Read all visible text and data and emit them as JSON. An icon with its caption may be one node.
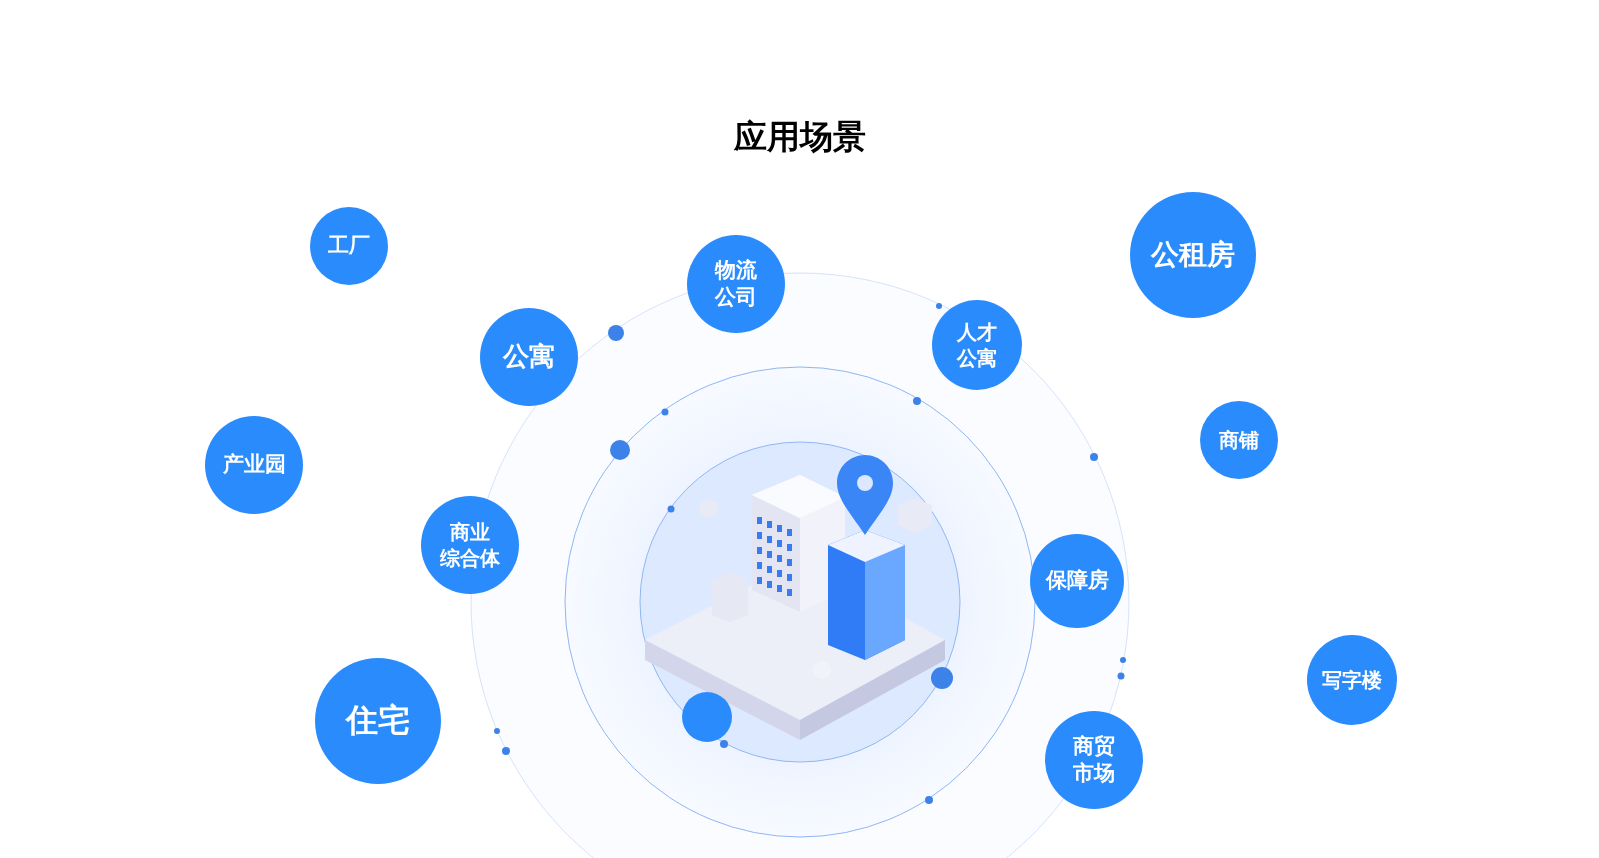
{
  "diagram": {
    "title": "应用场景",
    "nodes": [
      {
        "text": [
          "工厂"
        ]
      },
      {
        "text": [
          "物流公司"
        ]
      },
      {
        "text": [
          "公租房"
        ]
      },
      {
        "text": [
          "公寓"
        ]
      },
      {
        "text": [
          "人才公寓"
        ]
      },
      {
        "text": [
          "商铺"
        ]
      },
      {
        "text": [
          "产业园"
        ]
      },
      {
        "text": [
          "商业综合体"
        ]
      },
      {
        "text": [
          "保障房"
        ]
      },
      {
        "text": [
          "写字楼"
        ]
      },
      {
        "text": [],
        "shape": "circle"
      },
      {
        "text": [
          "住宅"
        ]
      },
      {
        "text": [
          "商贸市场"
        ]
      }
    ]
  }
}
